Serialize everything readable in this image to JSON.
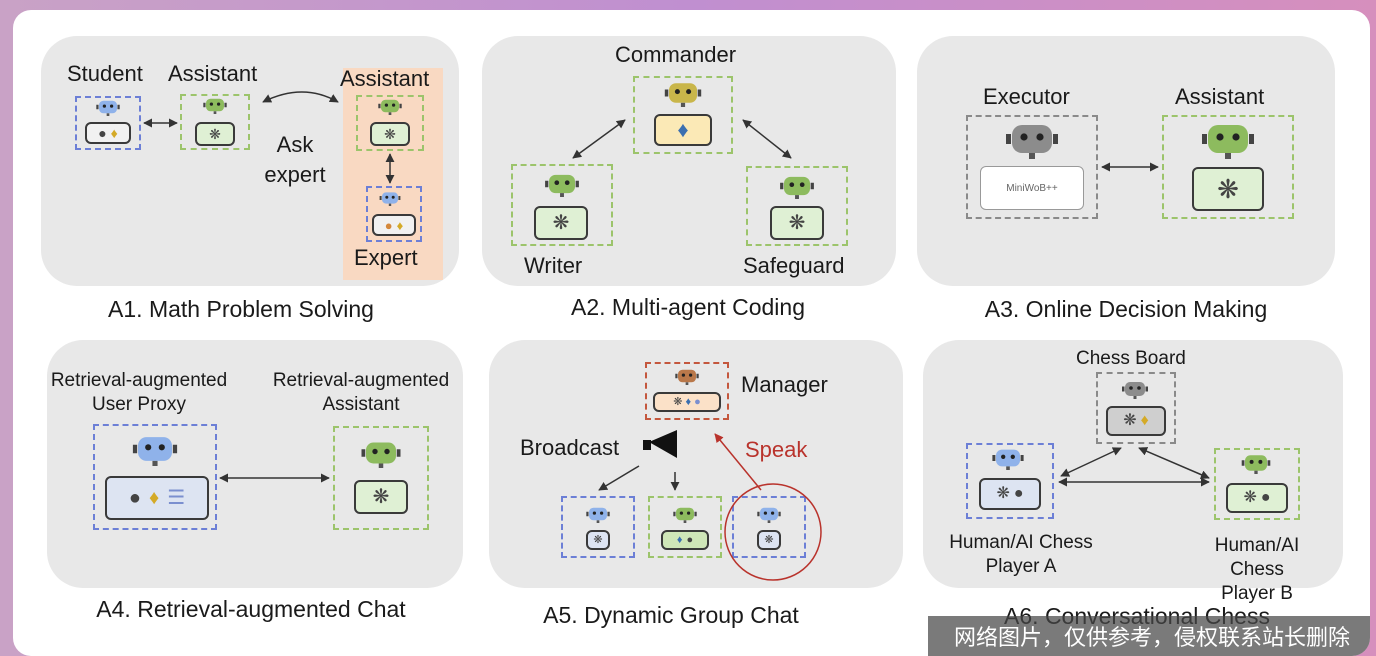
{
  "panels": {
    "a1": {
      "caption": "A1. Math Problem Solving",
      "student": "Student",
      "assistant": "Assistant",
      "ask_expert": "Ask\nexpert",
      "assistant_2": "Assistant",
      "expert": "Expert"
    },
    "a2": {
      "caption": "A2. Multi-agent Coding",
      "commander": "Commander",
      "writer": "Writer",
      "safeguard": "Safeguard"
    },
    "a3": {
      "caption": "A3. Online Decision Making",
      "executor": "Executor",
      "assistant": "Assistant",
      "miniwob": "MiniWoB++"
    },
    "a4": {
      "caption": "A4. Retrieval-augmented Chat",
      "user_proxy": "Retrieval-augmented\nUser Proxy",
      "assistant": "Retrieval-augmented\nAssistant"
    },
    "a5": {
      "caption": "A5. Dynamic Group Chat",
      "manager": "Manager",
      "broadcast": "Broadcast",
      "speak": "Speak"
    },
    "a6": {
      "caption": "A6. Conversational Chess",
      "board": "Chess Board",
      "player_a": "Human/AI Chess\nPlayer A",
      "player_b": "Human/AI Chess\nPlayer B"
    }
  },
  "watermark": "网络图片，仅供参考，侵权联系站长删除",
  "colors": {
    "blue_bot": "#8fb2ea",
    "green_bot": "#8dbb5e",
    "gray_bot": "#8c8c8c",
    "yellow_bot": "#c9b64a",
    "orange_bot": "#b9784a",
    "expert_bg": "#f9d9c2",
    "speak": "#b9332c"
  },
  "icons": [
    "robot-icon",
    "openai-icon",
    "python-icon",
    "person-icon",
    "database-icon",
    "megaphone-icon"
  ]
}
